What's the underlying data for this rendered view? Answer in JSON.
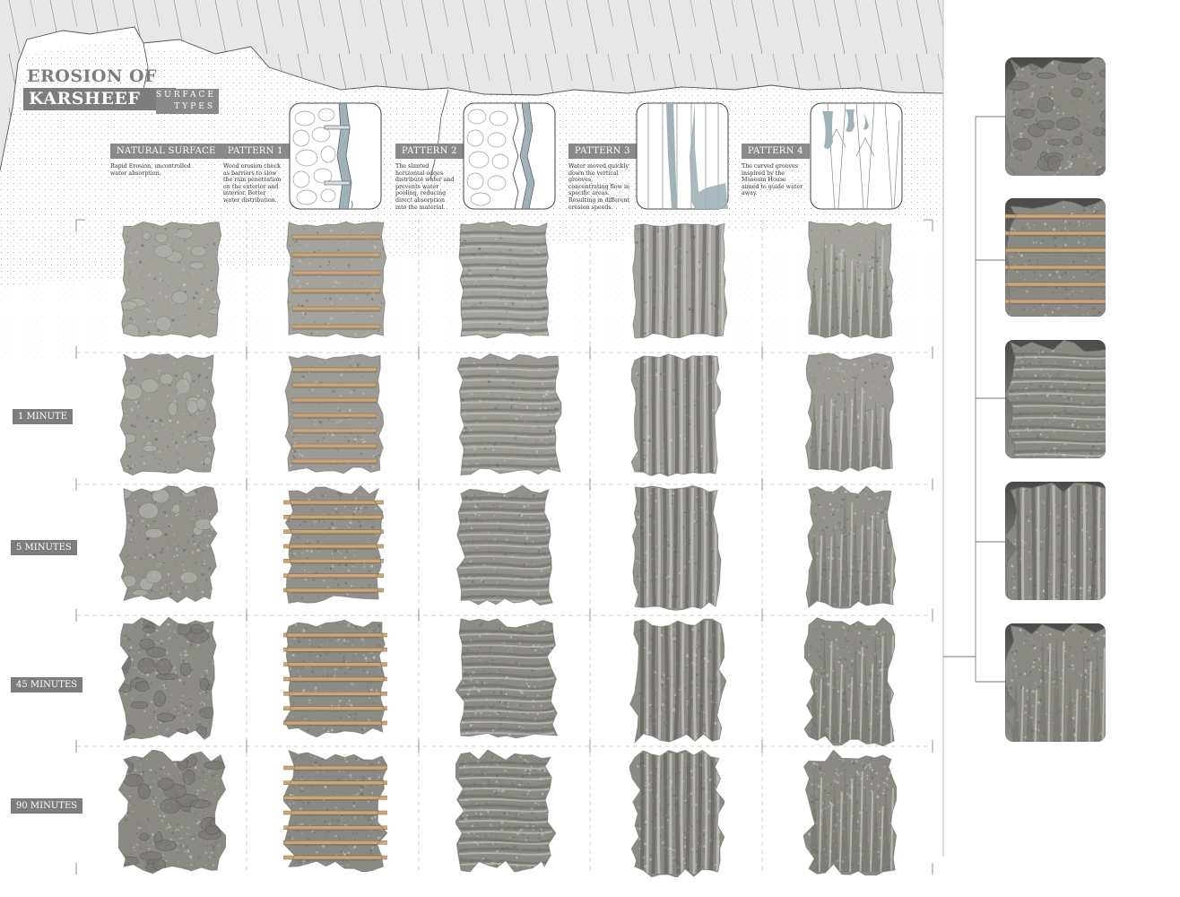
{
  "title": {
    "line1": "EROSION OF",
    "line2": "KARSHEEF",
    "surface_types": "SURFACE TYPES"
  },
  "columns": [
    {
      "label": "NATURAL SURFACE",
      "description": "Rapid Erosion, uncontrolled water absorption.",
      "pattern": "natural"
    },
    {
      "label": "PATTERN 1",
      "description": "Wood erosion check as barriers to slow the rain penetration on the exterior and interior. Better water distribution.",
      "pattern": "wood"
    },
    {
      "label": "PATTERN 2",
      "description": "The slanted horizontal edges distribute water and prevents water pooling, reducing direct absorption into the material.",
      "pattern": "horizontal"
    },
    {
      "label": "PATTERN 3",
      "description": "Water moved quickly down the vertical grooves, concentrating flow in specific areas. Resulting in different erosion speeds.",
      "pattern": "vertical"
    },
    {
      "label": "PATTERN 4",
      "description": "The curved grooves inspired by the Museum House aimed to guide water away.",
      "pattern": "curved"
    }
  ],
  "rows": [
    {
      "label": ""
    },
    {
      "label": "1 MINUTE"
    },
    {
      "label": "5 MINUTES"
    },
    {
      "label": "45 MINUTES"
    },
    {
      "label": "90 MINUTES"
    }
  ],
  "side_closeups": [
    "natural",
    "wood",
    "horizontal",
    "vertical",
    "curved"
  ],
  "colors": {
    "label_bg": "#8a8a8a",
    "stone": "#8f8f8a",
    "wood": "#c9a77a",
    "water": "#9fb2b8"
  }
}
